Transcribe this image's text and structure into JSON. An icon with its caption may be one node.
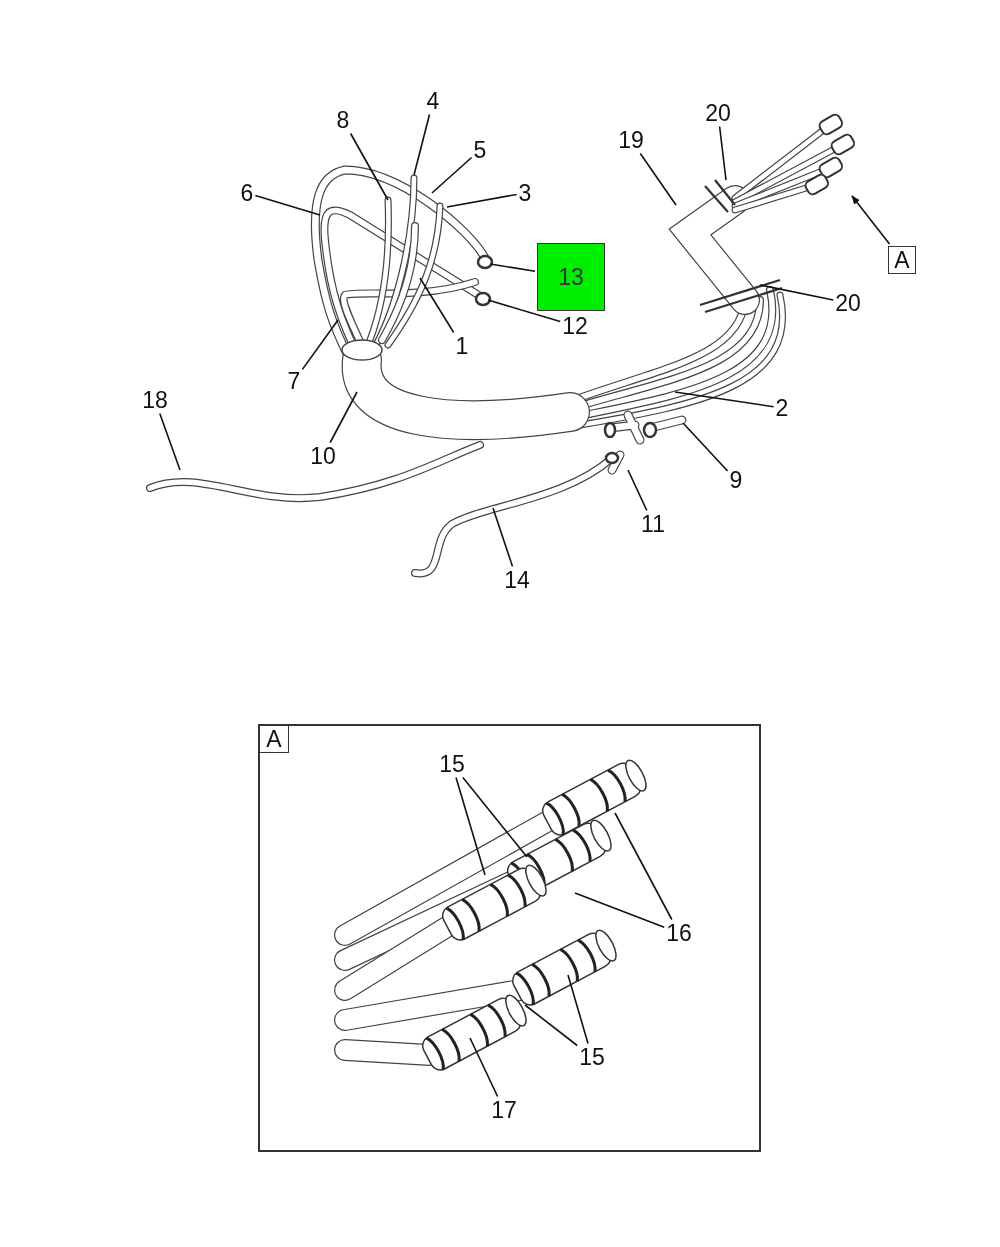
{
  "diagram": {
    "nodes": [
      {
        "text": [
          "4"
        ]
      },
      {
        "text": [
          "8"
        ]
      },
      {
        "text": [
          "20"
        ]
      },
      {
        "text": [
          "5"
        ]
      },
      {
        "text": [
          "19"
        ]
      },
      {
        "text": [
          "6"
        ]
      },
      {
        "text": [
          "3"
        ]
      },
      {
        "text": [
          "13"
        ]
      },
      {
        "text": [
          "A"
        ]
      },
      {
        "text": [
          "20"
        ]
      },
      {
        "text": [
          "12"
        ]
      },
      {
        "text": [
          "1"
        ]
      },
      {
        "text": [
          "7"
        ]
      },
      {
        "text": [
          "18"
        ]
      },
      {
        "text": [
          "2"
        ]
      },
      {
        "text": [
          "10"
        ]
      },
      {
        "text": [
          "9"
        ]
      },
      {
        "text": [
          "11"
        ]
      },
      {
        "text": [
          "14"
        ]
      },
      {
        "text": [
          "A"
        ]
      },
      {
        "text": [
          "15"
        ],
        "in": 19
      },
      {
        "text": [
          "16"
        ],
        "in": 19
      },
      {
        "text": [
          "15"
        ],
        "in": 19
      },
      {
        "text": [
          "17"
        ],
        "in": 19
      }
    ],
    "edges": [
      {
        "from": 0,
        "to": null,
        "arrow": "none"
      },
      {
        "from": 1,
        "to": null,
        "arrow": "none"
      },
      {
        "from": 3,
        "to": null,
        "arrow": "none"
      },
      {
        "from": 5,
        "to": null,
        "arrow": "none"
      },
      {
        "from": 6,
        "to": null,
        "arrow": "none"
      },
      {
        "from": 7,
        "to": null,
        "arrow": "none"
      },
      {
        "from": 11,
        "to": null,
        "arrow": "none"
      },
      {
        "from": 10,
        "to": null,
        "arrow": "none"
      },
      {
        "from": 12,
        "to": null,
        "arrow": "none"
      },
      {
        "from": 13,
        "to": null,
        "arrow": "none"
      },
      {
        "from": 15,
        "to": null,
        "arrow": "none"
      },
      {
        "from": 18,
        "to": null,
        "arrow": "none"
      },
      {
        "from": 4,
        "to": null,
        "arrow": "none"
      },
      {
        "from": 2,
        "to": null,
        "arrow": "none"
      },
      {
        "from": 9,
        "to": null,
        "arrow": "none"
      },
      {
        "from": 14,
        "to": null,
        "arrow": "none"
      },
      {
        "from": 16,
        "to": null,
        "arrow": "none"
      },
      {
        "from": 17,
        "to": null,
        "arrow": "none"
      },
      {
        "from": 8,
        "to": null,
        "arrow": "to"
      },
      {
        "from": 20,
        "to": null,
        "arrow": "none"
      },
      {
        "from": 20,
        "to": null,
        "arrow": "none"
      },
      {
        "from": 21,
        "to": null,
        "arrow": "none"
      },
      {
        "from": 21,
        "to": null,
        "arrow": "none"
      },
      {
        "from": 22,
        "to": null,
        "arrow": "none"
      },
      {
        "from": 22,
        "to": null,
        "arrow": "none"
      },
      {
        "from": 23,
        "to": null,
        "arrow": "none"
      }
    ]
  }
}
